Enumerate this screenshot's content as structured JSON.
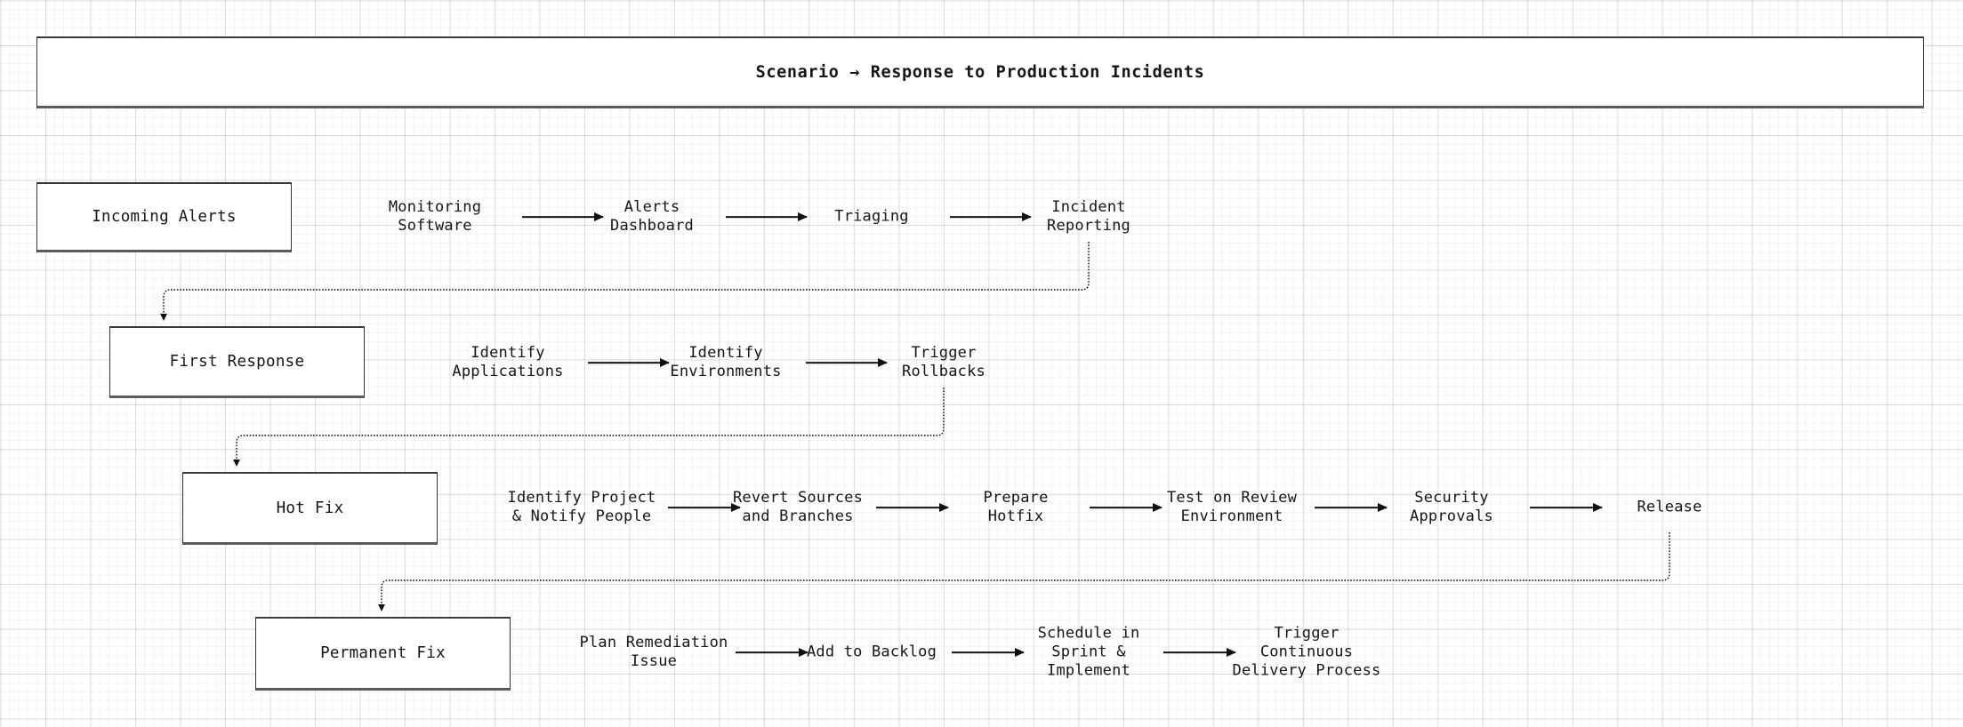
{
  "diagram": {
    "title": "Scenario → Response to Production Incidents",
    "background": "#ffffff",
    "grid_color": "#e8e8e8",
    "line_color": "#111115",
    "box_border_color": "#33333a",
    "text_color": "#16161a"
  },
  "rows": [
    {
      "id": "incoming-alerts",
      "box_label": "Incoming Alerts",
      "steps": [
        {
          "label": "Monitoring\nSoftware"
        },
        {
          "label": "Alerts\nDashboard"
        },
        {
          "label": "Triaging"
        },
        {
          "label": "Incident\nReporting"
        }
      ]
    },
    {
      "id": "first-response",
      "box_label": "First Response",
      "steps": [
        {
          "label": "Identify\nApplications"
        },
        {
          "label": "Identify\nEnvironments"
        },
        {
          "label": "Trigger\nRollbacks"
        }
      ]
    },
    {
      "id": "hot-fix",
      "box_label": "Hot Fix",
      "steps": [
        {
          "label": "Identify Project\n& Notify People"
        },
        {
          "label": "Revert Sources\nand Branches"
        },
        {
          "label": "Prepare\nHotfix"
        },
        {
          "label": "Test on Review\nEnvironment"
        },
        {
          "label": "Security\nApprovals"
        },
        {
          "label": "Release"
        }
      ]
    },
    {
      "id": "permanent-fix",
      "box_label": "Permanent Fix",
      "steps": [
        {
          "label": "Plan Remediation\nIssue"
        },
        {
          "label": "Add to Backlog"
        },
        {
          "label": "Schedule in\nSprint &\nImplement"
        },
        {
          "label": "Trigger\nContinuous\nDelivery Process"
        }
      ]
    }
  ]
}
